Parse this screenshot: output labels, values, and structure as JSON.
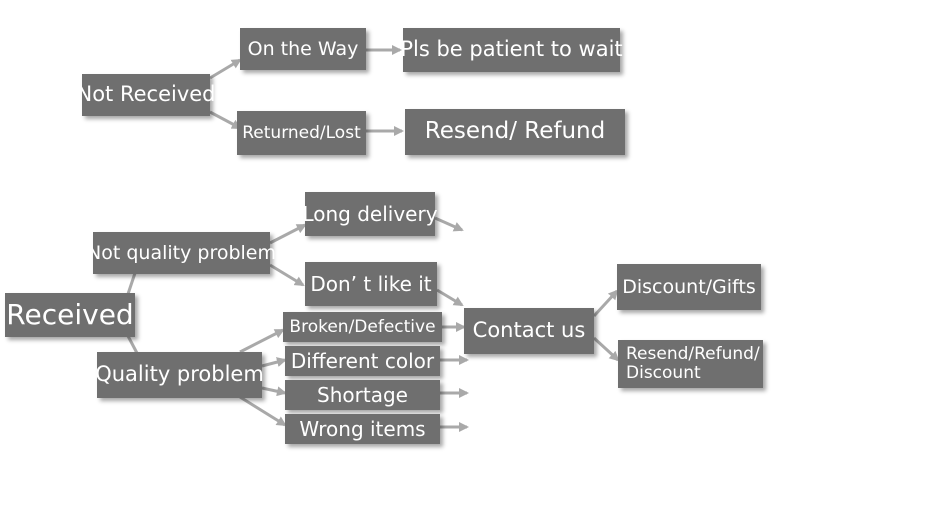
{
  "not_received": {
    "root": "Not Received",
    "on_the_way": "On the Way",
    "be_patient": "Pls be patient to wait",
    "returned_lost": "Returned/Lost",
    "resend_refund": "Resend/ Refund"
  },
  "received": {
    "root": "Received",
    "not_quality_problem": "Not quality problem",
    "long_delivery": "Long delivery",
    "dont_like_it": "Don’ t like it",
    "quality_problem": "Quality problem",
    "broken_defective": "Broken/Defective",
    "different_color": "Different color",
    "shortage": "Shortage",
    "wrong_items": "Wrong items",
    "contact_us": "Contact us",
    "discount_gifts": "Discount/Gifts",
    "resend_refund_discount_line1": "Resend/Refund/",
    "resend_refund_discount_line2": "Discount"
  },
  "colors": {
    "box": "#6f6f6f",
    "text": "#ffffff",
    "arrow": "#a9a9a9"
  }
}
